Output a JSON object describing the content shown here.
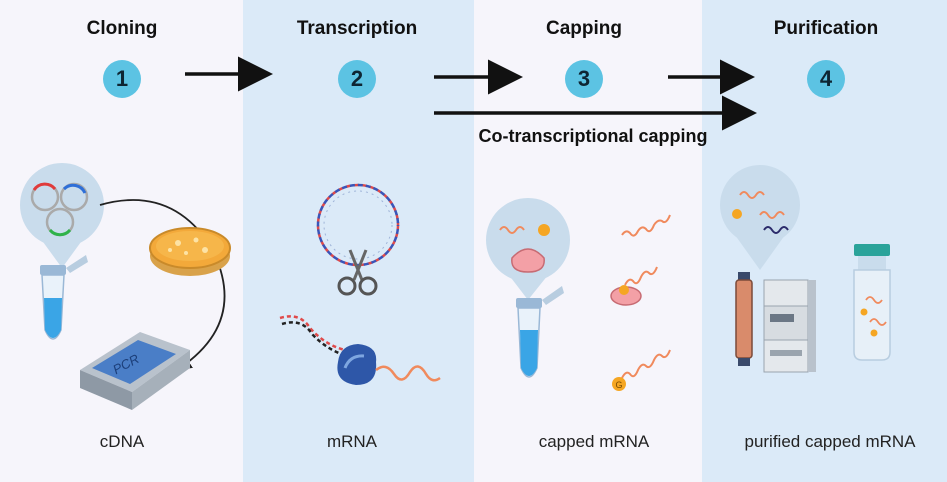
{
  "steps": [
    {
      "title": "Cloning",
      "number": "1",
      "label": "cDNA"
    },
    {
      "title": "Transcription",
      "number": "2",
      "label": "mRNA"
    },
    {
      "title": "Capping",
      "number": "3",
      "label": "capped mRNA"
    },
    {
      "title": "Purification",
      "number": "4",
      "label": "purified capped mRNA"
    }
  ],
  "co_transcriptional_label": "Co-transcriptional capping",
  "cap_letter": "G",
  "pcr_label": "PCR",
  "colors": {
    "panel_light": "#f6f5fb",
    "panel_blue": "#dbeaf8",
    "step_circle": "#5cc3e3",
    "mrna_strand": "#f08a5d",
    "cap": "#f5a623",
    "enzyme": "#f3a0a6"
  }
}
